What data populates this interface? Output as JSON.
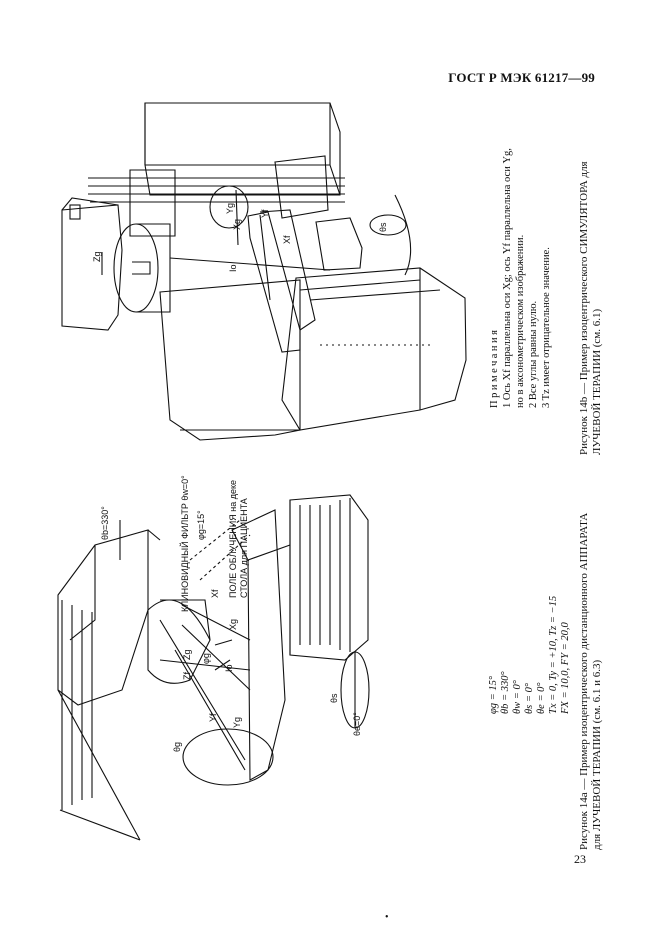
{
  "header": {
    "standard": "ГОСТ Р МЭК 61217—99"
  },
  "page_number": "23",
  "figure_a": {
    "caption_line1": "Рисунок 14а — Пример изоцентрического дистанционного АППАРАТА",
    "caption_line2": "для ЛУЧЕВОЙ ТЕРАПИИ (см. 6.1 и 6.3)",
    "params": [
      "φg = 15°",
      "θb = 330°",
      "θw = 0°",
      "θs = 0°",
      "θe = 0°",
      "Tx = 0, Ty = +10, Tz = −15",
      "FX = 10,0, FY = 20,0"
    ],
    "labels": {
      "theta_b": "θb=330°",
      "wedge": "КЛИНОВИДНЫЙ ФИЛЬТР θw=0°",
      "phi_g": "φg=15°",
      "field_line1": "ПОЛЕ ОБЛУЧЕНИЯ на деке",
      "field_line2": "СТОЛА для ПАЦИЕНТА",
      "theta_s": "θs",
      "theta_e": "θe=0°",
      "zg": "Zg",
      "zf": "Zf",
      "yf": "Yf",
      "yg": "Yg",
      "xf": "Xf",
      "xg": "Xg",
      "io": "Io",
      "phi": "φg",
      "theta": "θg"
    }
  },
  "figure_b": {
    "notes_title": "Примечания",
    "notes": [
      "1 Ось Xf параллельна оси Xg; ось Yf параллельна оси Yg,",
      "но в аксонометрическом изображении.",
      "2 Все углы равны нулю.",
      "3 Tz имеет отрицательное значение."
    ],
    "caption_line1": "Рисунок 14b — Пример изоцентрического СИМУЛЯТОРА для",
    "caption_line2": "ЛУЧЕВОЙ ТЕРАПИИ (см. 6.1)",
    "labels": {
      "zg": "Zg",
      "yg": "Yg",
      "xg": "Xg",
      "yf": "Yf",
      "xf": "Xf",
      "io": "Io",
      "theta_s": "θs"
    }
  }
}
